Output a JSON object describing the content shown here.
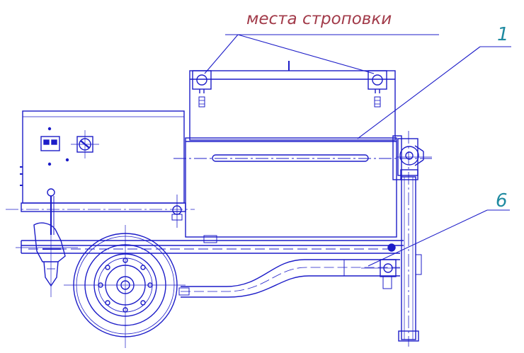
{
  "annotations": {
    "lifting_points_label": "места строповки",
    "callout_1": "1",
    "callout_6": "6"
  },
  "colors": {
    "line": "#1c1cc8",
    "annotation_red": "#a23b4a",
    "annotation_teal": "#1e8aa0",
    "background": "#ffffff"
  }
}
